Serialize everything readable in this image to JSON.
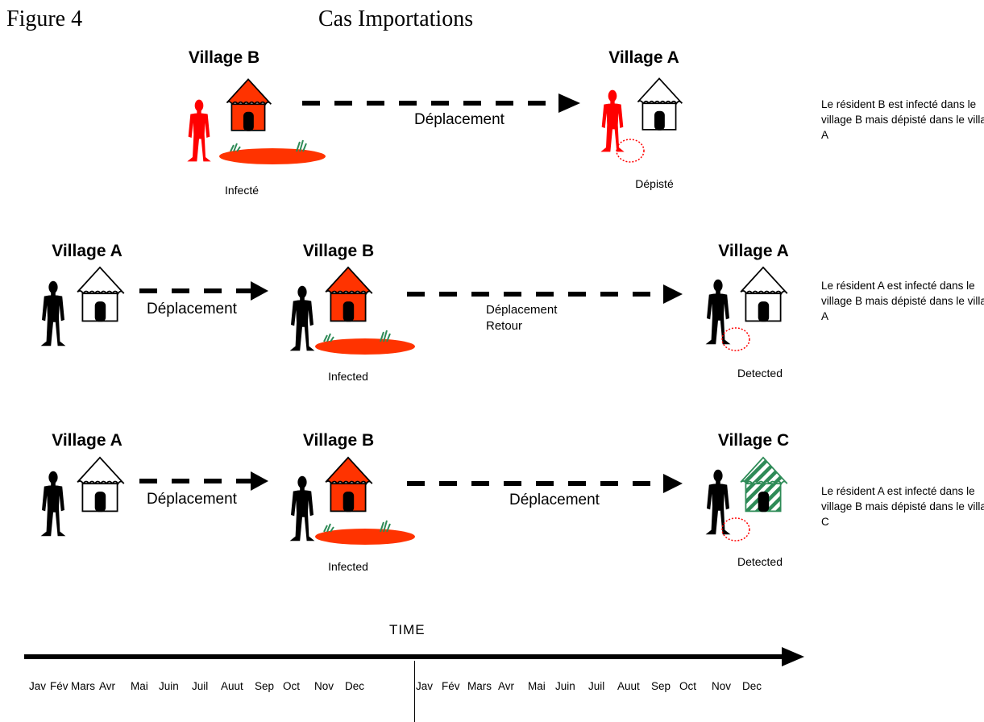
{
  "figure_label": "Figure 4",
  "title": "Cas Importations",
  "row1": {
    "village_left": "Village B",
    "village_right": "Village A",
    "movement": "Déplacement",
    "status_left": "Infecté",
    "status_right": "Dépisté",
    "note": "Le résident B est infecté dans le village B mais dépisté dans le village A"
  },
  "row2": {
    "village_1": "Village A",
    "village_2": "Village B",
    "village_3": "Village A",
    "movement_1": "Déplacement",
    "movement_2_line1": "Déplacement",
    "movement_2_line2": "Retour",
    "status_infected": "Infected",
    "status_detected": "Detected",
    "note": "Le résident A est infecté dans le village B mais dépisté dans le village A"
  },
  "row3": {
    "village_1": "Village A",
    "village_2": "Village B",
    "village_3": "Village C",
    "movement_1": "Déplacement",
    "movement_2": "Déplacement",
    "status_infected": "Infected",
    "status_detected": "Detected",
    "note": "Le résident A est infecté dans le village B mais dépisté dans le village C"
  },
  "timeline": {
    "label": "TIME",
    "months": [
      "Jav",
      "Fév",
      "Mars",
      "Avr",
      "Mai",
      "Juin",
      "Juil",
      "Auut",
      "Sep",
      "Oct",
      "Nov",
      "Dec",
      "Jav",
      "Fév",
      "Mars",
      "Avr",
      "Mai",
      "Juin",
      "Juil",
      "Auut",
      "Sep",
      "Oct",
      "Nov",
      "Dec"
    ]
  },
  "colors": {
    "infected": "#ff0000",
    "hut_infected": "#ff3300",
    "ground": "#ff3300",
    "healthy": "#000000",
    "hut_plain": "#ffffff",
    "hut_village_c_stripes": "#2e8b57",
    "detection_circle": "#ff0000"
  }
}
